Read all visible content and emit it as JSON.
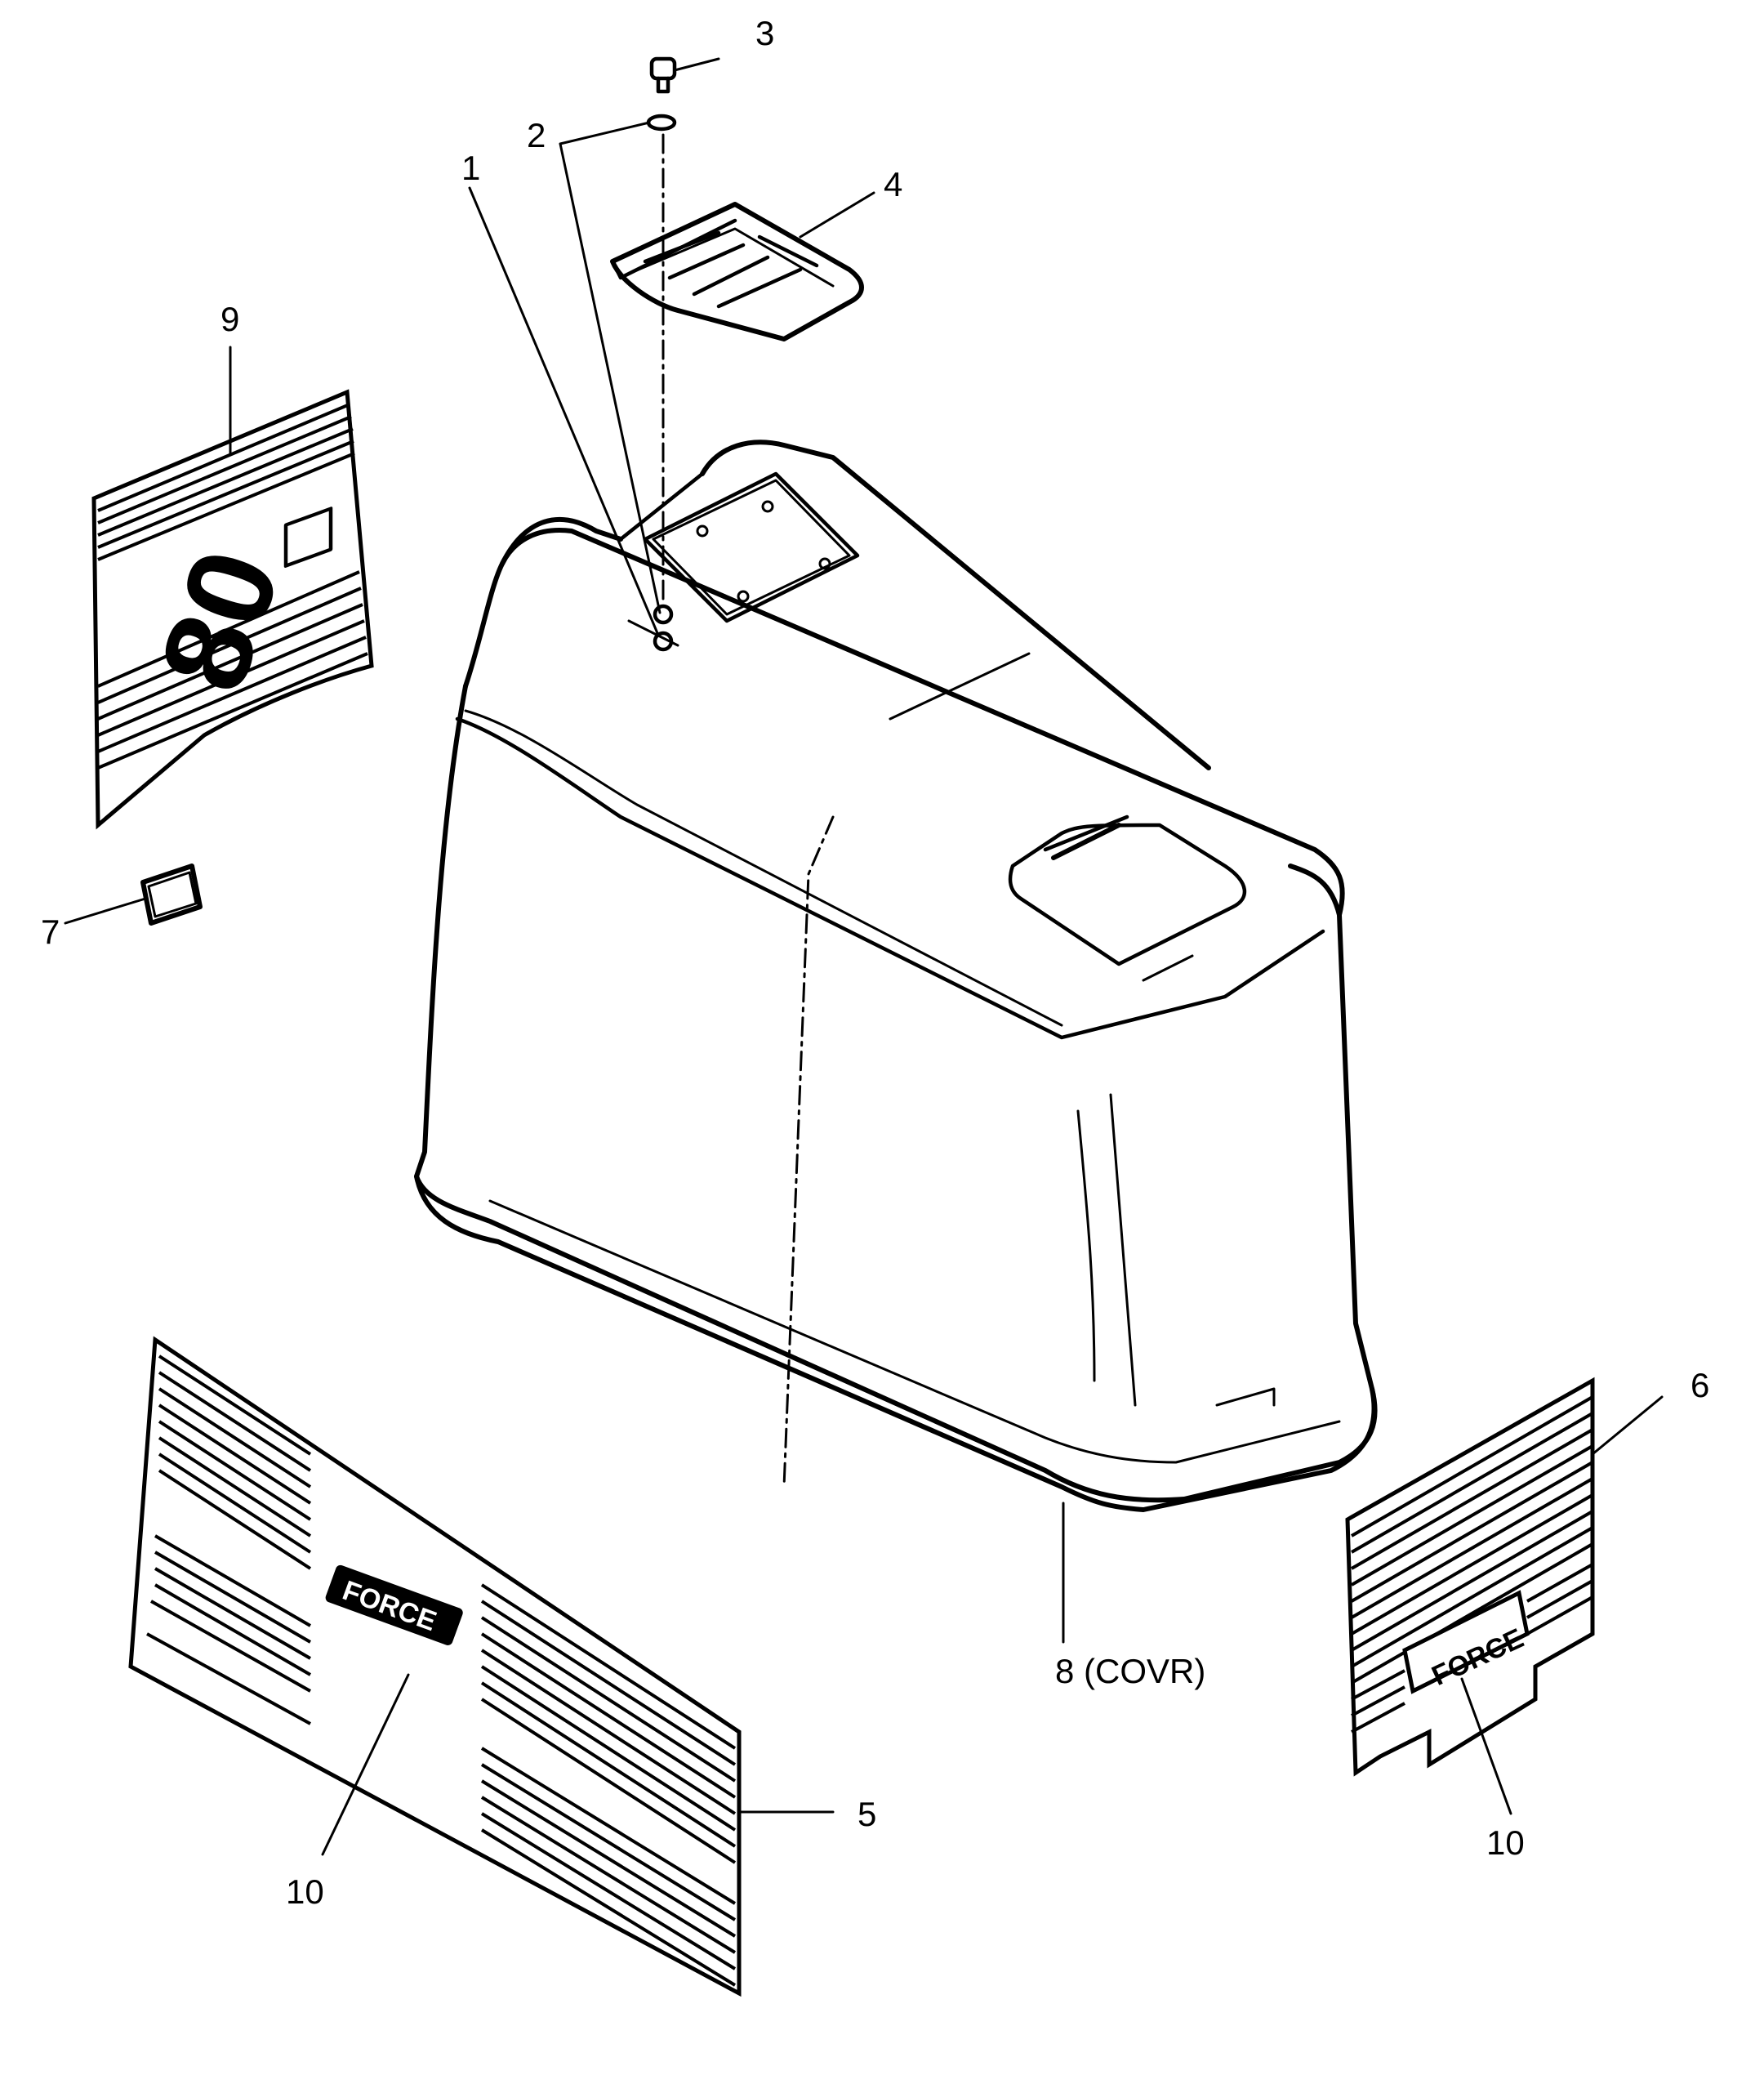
{
  "callouts": {
    "c1": "1",
    "c2": "2",
    "c3": "3",
    "c4": "4",
    "c5": "5",
    "c6": "6",
    "c7": "7",
    "c8": "8 (COVR)",
    "c9": "9",
    "c10a": "10",
    "c10b": "10"
  },
  "decals": {
    "number_logo": "80",
    "brand_side": "FORCE",
    "brand_rear": "FORCE"
  }
}
